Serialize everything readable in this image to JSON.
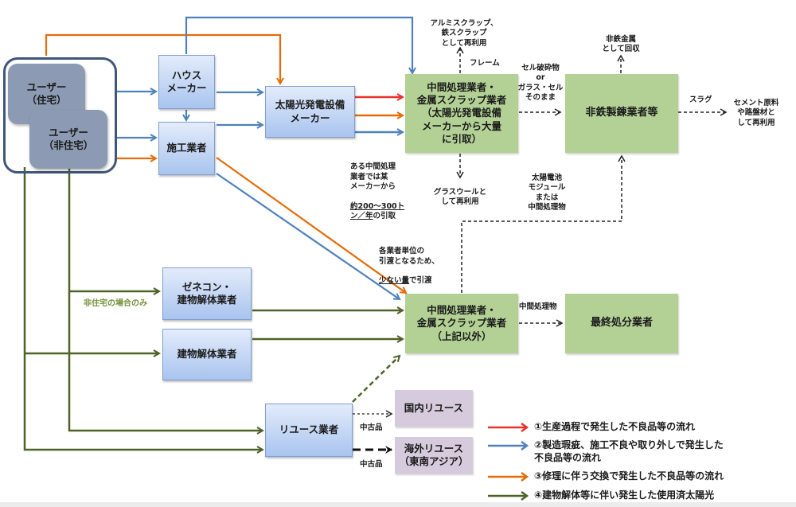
{
  "colors": {
    "red": "#e8322d",
    "blue": "#4f81bd",
    "orange": "#e46c0a",
    "green": "#4f6228",
    "dashed": "#222222",
    "greenLabel": "#76923c"
  },
  "nodes": {
    "user_residential": "ユーザー\n（住宅）",
    "user_nonresidential": "ユーザー\n（非住宅）",
    "house_maker": "ハウス\nメーカー",
    "installer": "施工業者",
    "pv_maker": "太陽光発電設備\nメーカー",
    "intermediate_bulk": "中間処理業者・\n金属スクラップ業者\n（太陽光発電設備\nメーカーから大量\nに引取）",
    "nonferrous_smelter": "非鉄製錬業者等",
    "general_contractor": "ゼネコン・\n建物解体業者",
    "demolition": "建物解体業者",
    "intermediate_other": "中間処理業者・\n金属スクラップ業者\n（上記以外）",
    "final_disposal": "最終処分業者",
    "reuse_dealer": "リユース業者",
    "domestic_reuse": "国内リユース",
    "overseas_reuse": "海外リユース\n（東南アジア）"
  },
  "labels": {
    "scrap": "アルミスクラップ、\n鉄スクラップ\nとして再利用",
    "frame": "フレーム",
    "cell_fragments": "セル破砕物\nor\nガラス・セル\nそのまま",
    "nonferrous_recovery": "非鉄金属\nとして回収",
    "slag": "スラグ",
    "cement": "セメント原料\nや路盤材と\nして再利用",
    "glass_wool": "グラスウールと\nして再利用",
    "bulk_note_1": "ある中間処理\n業者では某\nメーカーから",
    "bulk_note_2": "約200～300ト\nン／年",
    "bulk_note_3": "の引取",
    "module_or_processed": "太陽電池\nモジュール\nまたは\n中間処理物",
    "small_note_1": "各業者単位の\n引渡となるため、",
    "small_note_2": "少ない量",
    "small_note_3": "で引渡",
    "nonresidential_only": "非住宅の場合のみ",
    "processed_material": "中間処理物",
    "used_goods_1": "中古品",
    "used_goods_2": "中古品"
  },
  "legend": [
    {
      "color": "red",
      "text": "①生産過程で発生した不良品等の流れ"
    },
    {
      "color": "blue",
      "text": "②製造瑕疵、施工不良や取り外しで発生した\n不良品等の流れ"
    },
    {
      "color": "orange",
      "text": "③修理に伴う交換で発生した不良品等の流れ"
    },
    {
      "color": "green",
      "text": "④建物解体等に伴い発生した使用済太陽光"
    }
  ]
}
